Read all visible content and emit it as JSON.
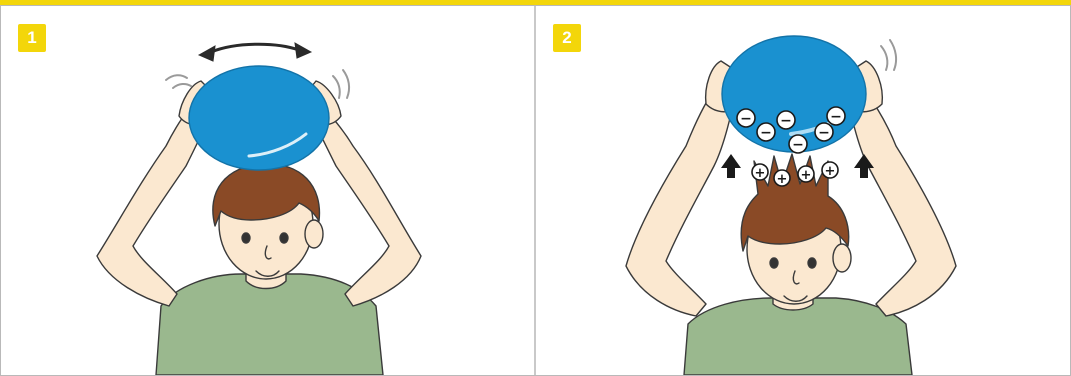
{
  "colors": {
    "accent": "#f3d60a",
    "balloon": "#1a91d0",
    "balloon_dark": "#1373a8",
    "hair": "#8a4a26",
    "hair_dark": "#6b3519",
    "skin": "#fbe8d0",
    "shirt": "#9ab88e",
    "outline": "#3a3a3a"
  },
  "panels": [
    {
      "badge": "1",
      "illustration": "boy-rubbing-balloon-on-hair"
    },
    {
      "badge": "2",
      "illustration": "balloon-lifting-charged-hair"
    }
  ],
  "charges": {
    "balloon_symbol": "−",
    "hair_symbol": "+"
  },
  "icons": [
    "double-arrow-icon",
    "motion-lines-icon",
    "up-arrow-icon"
  ]
}
